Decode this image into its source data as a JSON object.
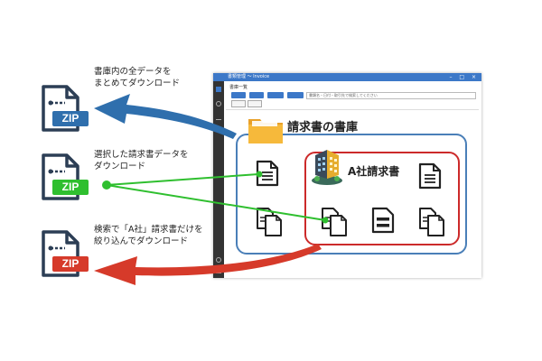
{
  "captions": {
    "all": [
      "書庫内の全データを",
      "まとめてダウンロード"
    ],
    "selected": [
      "選択した請求書データを",
      "ダウンロード"
    ],
    "search": [
      "検索で「A社」請求書だけを",
      "絞り込んでダウンロード"
    ]
  },
  "zip_label": "ZIP",
  "window": {
    "title": "書類管理 〜 Invoice",
    "page_title": "書庫一覧",
    "search_placeholder": "書類名・日付・取引先で検索してください"
  },
  "library": {
    "title": "請求書の書庫",
    "company_title": "A社請求書"
  },
  "colors": {
    "blue": "#2f6fad",
    "green": "#2fbf2f",
    "red": "#d63a2a",
    "icon_stroke": "#2c3e55"
  }
}
